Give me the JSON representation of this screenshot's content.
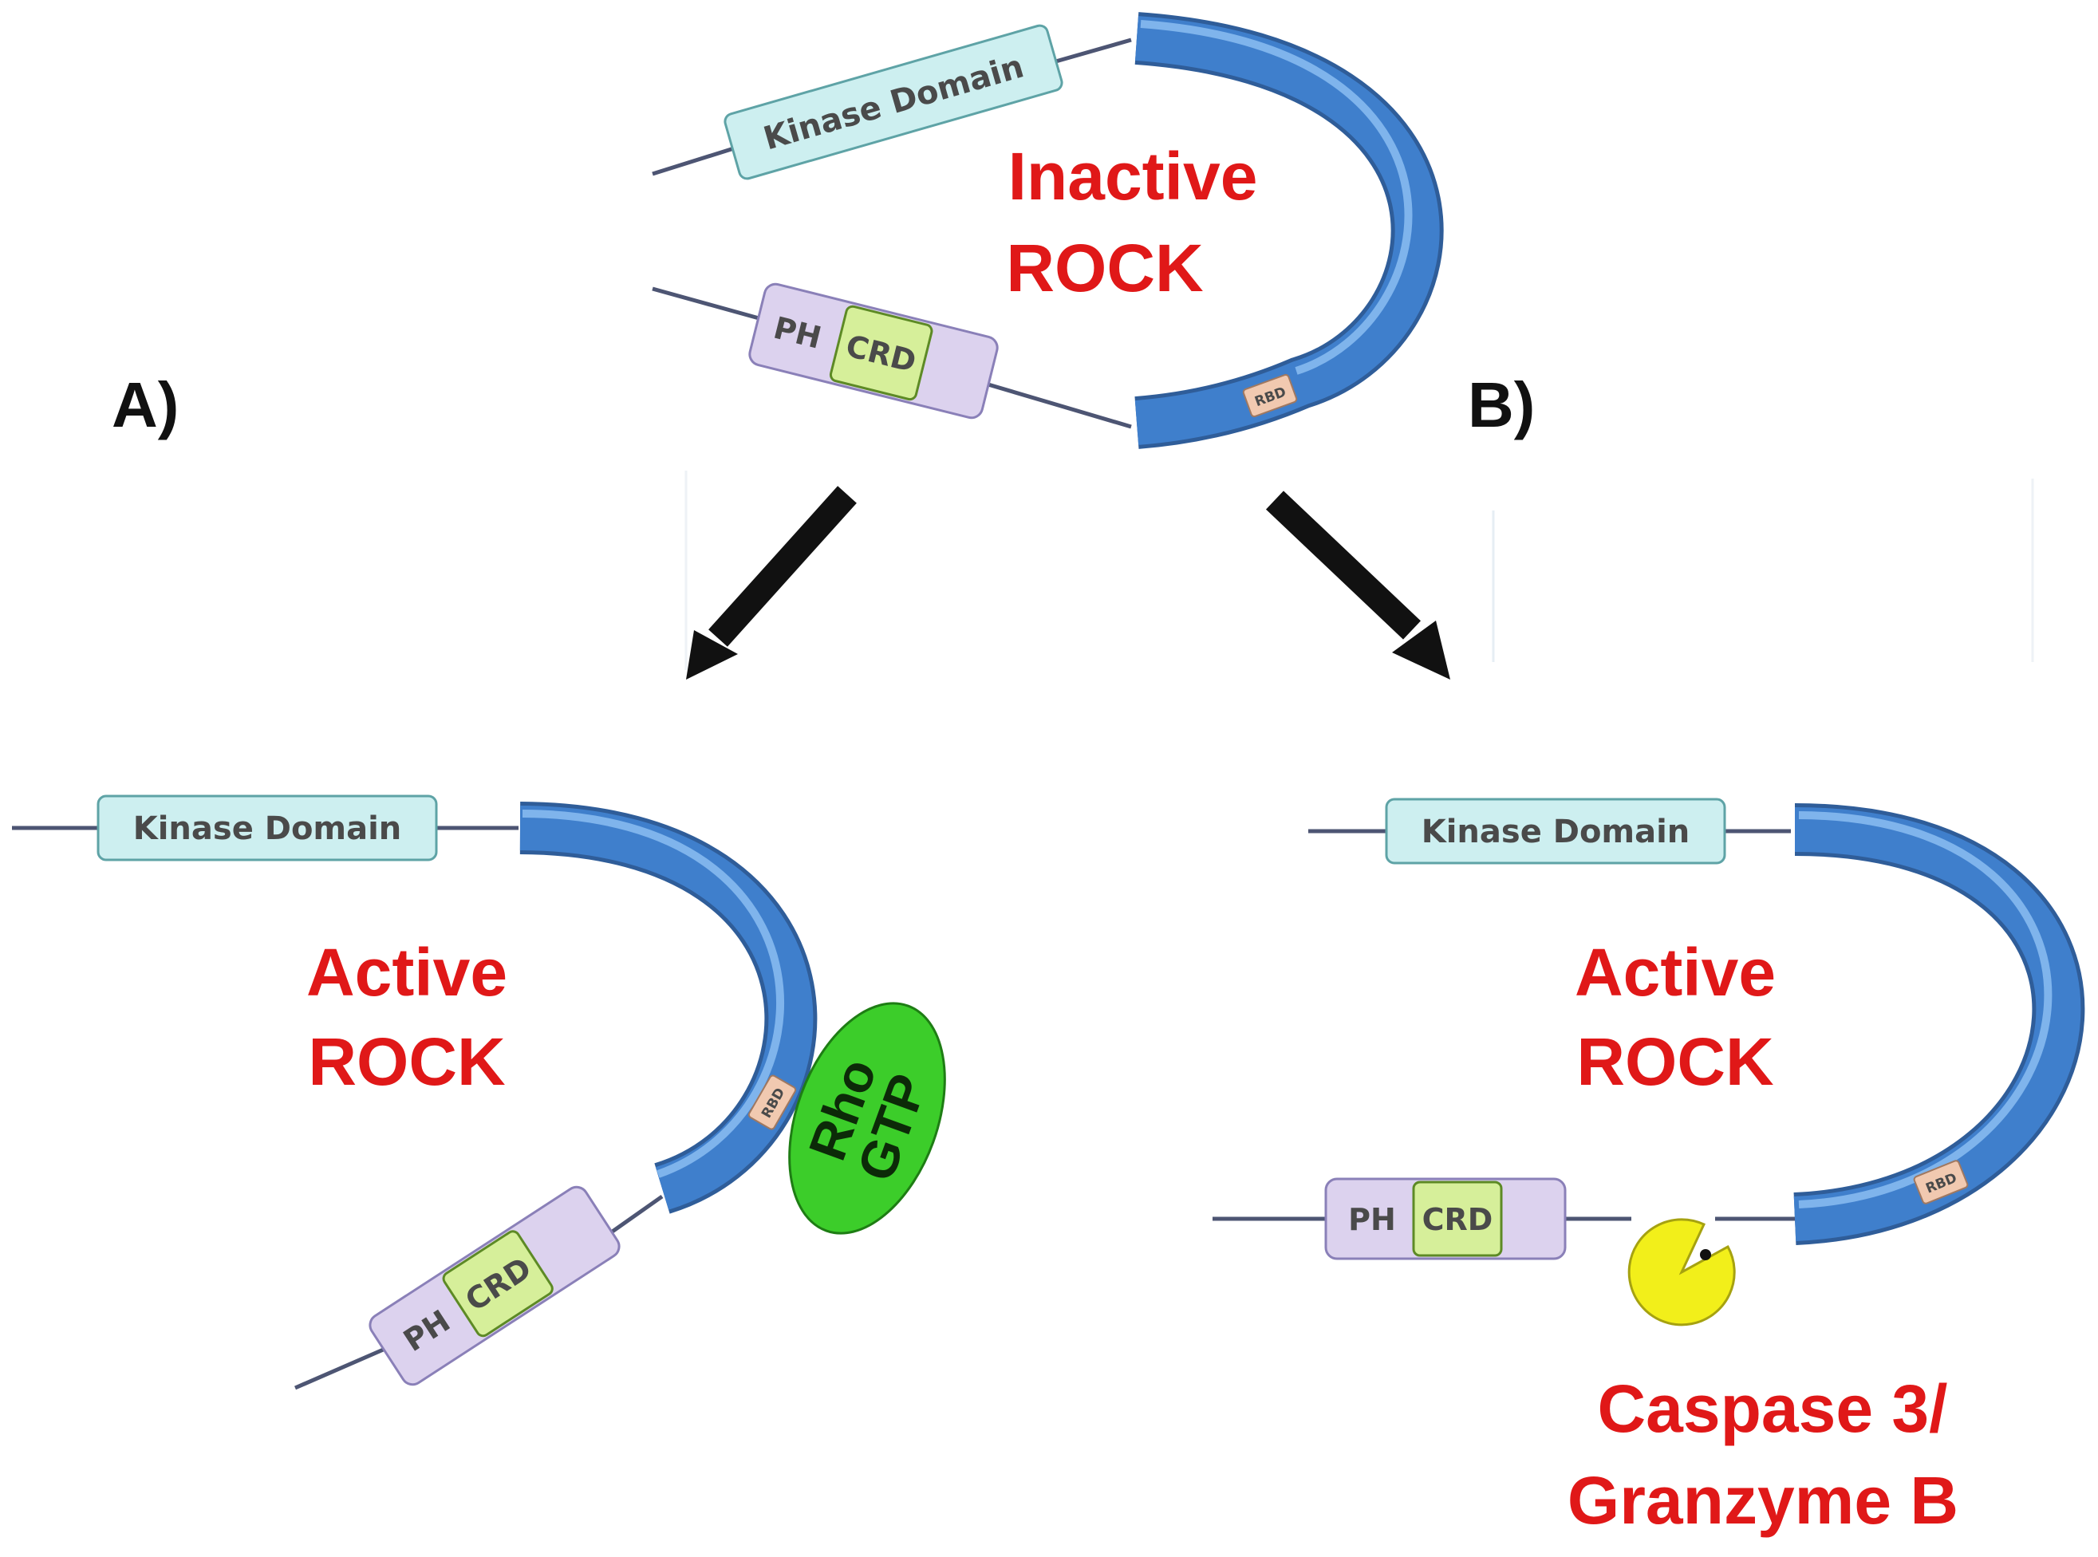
{
  "labels": {
    "panel_a": "A)",
    "panel_b": "B)",
    "inactive_line1": "Inactive",
    "inactive_line2": "ROCK",
    "active_a_line1": "Active",
    "active_a_line2": "ROCK",
    "active_b_line1": "Active",
    "active_b_line1_dup": "Active",
    "active_b_line2": "ROCK",
    "caspase_line1": "Caspase 3/",
    "caspase_line2": "Granzyme B"
  },
  "domains": {
    "kinase": "Kinase Domain",
    "ph": "PH",
    "crd": "CRD",
    "rbd": "RBD"
  },
  "rho": {
    "line1": "Rho",
    "line2": "GTP"
  },
  "colors": {
    "label_red": "#e01818",
    "helix_blue": "#3f7fcc",
    "kinase_fill": "#cdeff0",
    "ph_fill": "#dcd2ee",
    "crd_fill": "#d6ef9a",
    "rbd_fill": "#f1c9b0",
    "rho_green": "#3ccd2a",
    "pacman_yellow": "#f2ef1a"
  }
}
